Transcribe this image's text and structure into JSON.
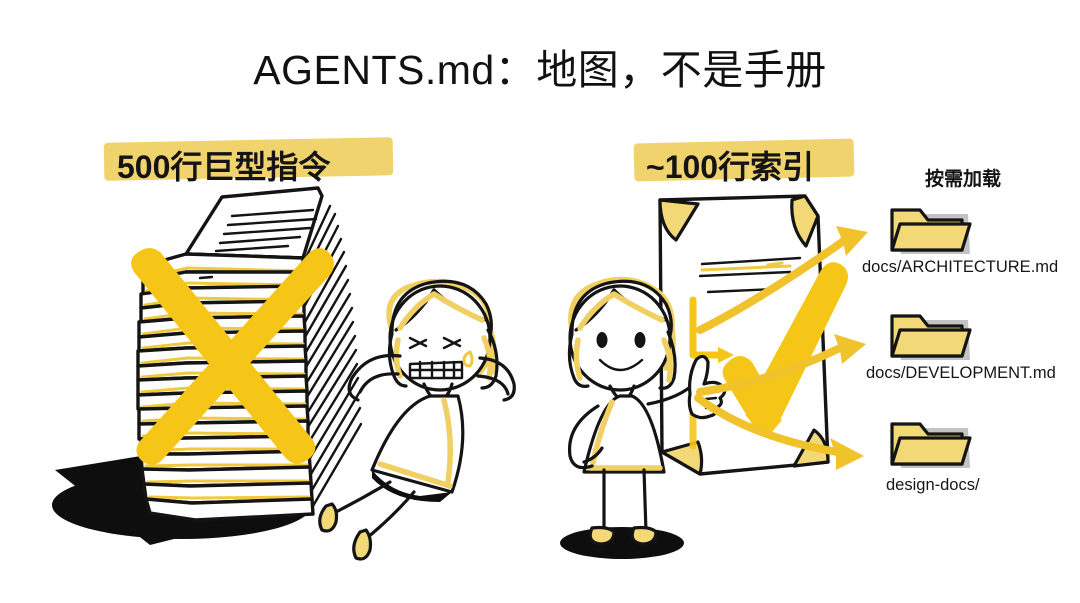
{
  "page": {
    "background_color": "#FFFFFF",
    "title": "AGENTS.md：地图，不是手册"
  },
  "palette": {
    "ink": "#141414",
    "accent_yellow": "#F5C518",
    "highlight_yellow": "#F1D36E",
    "folder_fill": "#F2D876",
    "shadow": "#0E0E0E"
  },
  "left_panel": {
    "label": "500行巨型指令",
    "illustration": "paper-stack-crossed-out",
    "mark": "big-yellow-x",
    "character": "stressed-person-hands-on-head"
  },
  "right_panel": {
    "label": "~100行索引",
    "illustration": "single-document-page",
    "mark": "big-yellow-checkmark",
    "character": "happy-person-thumbs-up",
    "heading": "按需加载",
    "folders": [
      {
        "name": "docs/ARCHITECTURE.md",
        "icon": "folder-icon"
      },
      {
        "name": "docs/DEVELOPMENT.md",
        "icon": "folder-icon"
      },
      {
        "name": "design-docs/",
        "icon": "folder-icon"
      }
    ]
  }
}
